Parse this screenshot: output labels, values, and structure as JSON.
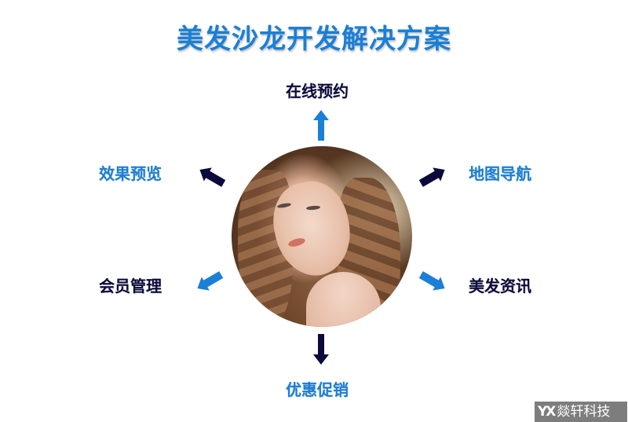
{
  "title": "美发沙龙开发解决方案",
  "center_image": {
    "alt": "portrait-woman-wavy-hair"
  },
  "nodes": [
    {
      "id": "top",
      "label": "在线预约",
      "color": "#0b0a3b",
      "arrow_color": "#1a7fd6",
      "arrow_direction": "up"
    },
    {
      "id": "upper-left",
      "label": "效果预览",
      "color": "#1a7fd6",
      "arrow_color": "#0b0a3b",
      "arrow_direction": "up-left"
    },
    {
      "id": "upper-right",
      "label": "地图导航",
      "color": "#1a7fd6",
      "arrow_color": "#0b0a3b",
      "arrow_direction": "up-right"
    },
    {
      "id": "lower-left",
      "label": "会员管理",
      "color": "#0b0a3b",
      "arrow_color": "#1a7fd6",
      "arrow_direction": "down-left"
    },
    {
      "id": "lower-right",
      "label": "美发资讯",
      "color": "#0b0a3b",
      "arrow_color": "#1a7fd6",
      "arrow_direction": "down-right"
    },
    {
      "id": "bottom",
      "label": "优惠促销",
      "color": "#1a7fd6",
      "arrow_color": "#0b0a3b",
      "arrow_direction": "down"
    }
  ],
  "watermark": {
    "logo": "YX",
    "text": "燚轩科技"
  },
  "colors": {
    "blue": "#1a7fd6",
    "navy": "#0b0a3b"
  }
}
